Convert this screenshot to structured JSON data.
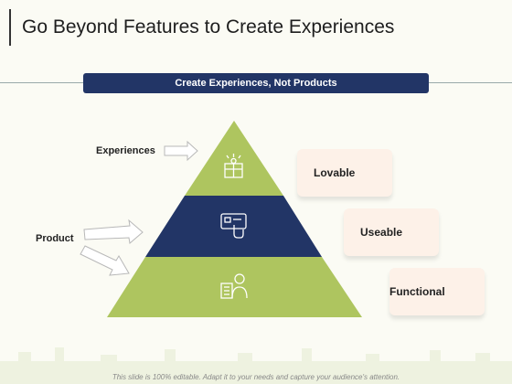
{
  "header": {
    "title": "Go Beyond Features to Create Experiences"
  },
  "banner": {
    "label": "Create Experiences, Not Products"
  },
  "labels": {
    "experiences": "Experiences",
    "product": "Product"
  },
  "levels": [
    {
      "name": "Lovable",
      "icon": "gift-box-icon",
      "color": "#aec55f"
    },
    {
      "name": "Useable",
      "icon": "tablet-touch-icon",
      "color": "#223566"
    },
    {
      "name": "Functional",
      "icon": "person-blueprint-icon",
      "color": "#aec55f"
    }
  ],
  "footer": {
    "note": "This slide is 100% editable. Adapt it to your needs and capture your audience's attention."
  }
}
